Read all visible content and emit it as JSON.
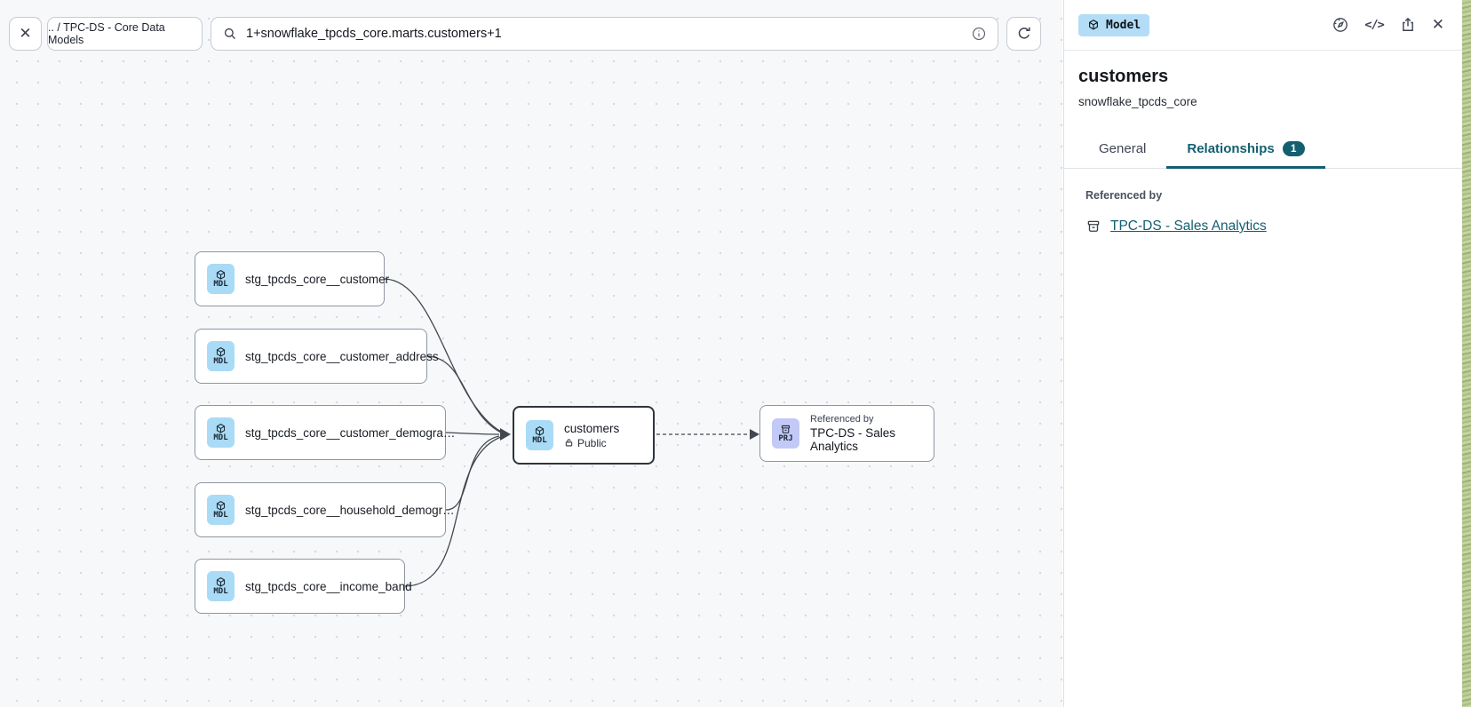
{
  "colors": {
    "accent_teal": "#135f70",
    "model_badge_bg": "#a9dbf6",
    "project_badge_bg": "#c3c9f6",
    "type_chip_bg": "#b3ddf6",
    "canvas_bg": "#f7f8fa"
  },
  "toolbar": {
    "close_glyph": "✕",
    "breadcrumb": ".. / TPC-DS - Core Data Models",
    "search_value": "1+snowflake_tpcds_core.marts.customers+1"
  },
  "icons": {
    "code_glyph": "</>",
    "panel_close_glyph": "✕"
  },
  "panel": {
    "type_badge": "Model",
    "title": "customers",
    "subtitle": "snowflake_tpcds_core",
    "tabs": {
      "general": {
        "label": "General"
      },
      "relationships": {
        "label": "Relationships",
        "badge": "1"
      }
    },
    "referenced_by_label": "Referenced by",
    "referenced_by_link": "TPC-DS - Sales Analytics"
  },
  "graph": {
    "upstream": [
      {
        "badge": "MDL",
        "label": "stg_tpcds_core__customer"
      },
      {
        "badge": "MDL",
        "label": "stg_tpcds_core__customer_address"
      },
      {
        "badge": "MDL",
        "label": "stg_tpcds_core__customer_demogra…"
      },
      {
        "badge": "MDL",
        "label": "stg_tpcds_core__household_demogr…"
      },
      {
        "badge": "MDL",
        "label": "stg_tpcds_core__income_band"
      }
    ],
    "selected": {
      "badge": "MDL",
      "title": "customers",
      "access": "Public"
    },
    "reference": {
      "badge": "PRJ",
      "caption": "Referenced by",
      "title": "TPC-DS - Sales Analytics"
    }
  }
}
